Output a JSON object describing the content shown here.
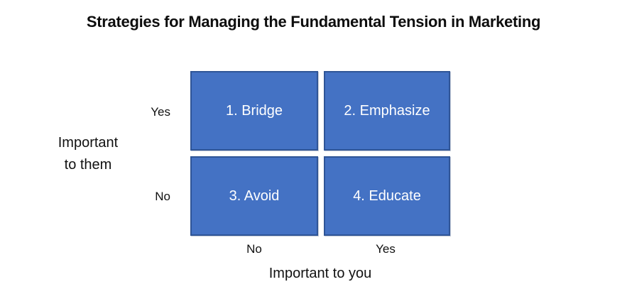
{
  "title": "Strategies for Managing the Fundamental Tension in Marketing",
  "matrix": {
    "fill_color": "#4472C4",
    "border_color": "#2F5597",
    "cell_text_color": "#FFFFFF",
    "quadrants": [
      {
        "label": "1. Bridge",
        "row": "Yes",
        "col": "No"
      },
      {
        "label": "2. Emphasize",
        "row": "Yes",
        "col": "Yes"
      },
      {
        "label": "3. Avoid",
        "row": "No",
        "col": "No"
      },
      {
        "label": "4. Educate",
        "row": "No",
        "col": "Yes"
      }
    ],
    "y_axis": {
      "title_line1": "Important",
      "title_line2": "to them",
      "ticks": [
        "Yes",
        "No"
      ]
    },
    "x_axis": {
      "title": "Important to you",
      "ticks": [
        "No",
        "Yes"
      ]
    }
  }
}
